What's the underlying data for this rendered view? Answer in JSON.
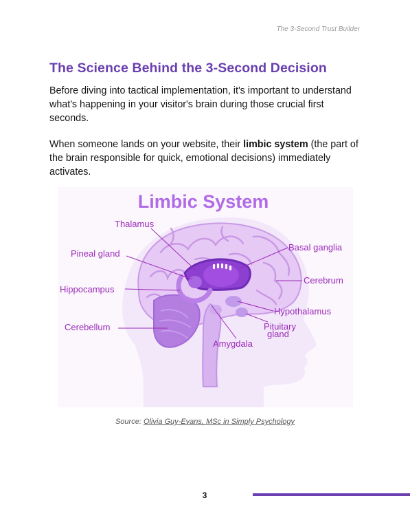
{
  "header": {
    "running_title": "The 3-Second Trust Builder"
  },
  "section": {
    "title": "The Science Behind the 3-Second Decision",
    "paragraph1": "Before diving into tactical implementation, it's important to understand what's happening in your visitor's brain during those crucial first seconds.",
    "paragraph2_before": "When someone lands on your website, their ",
    "paragraph2_bold": "limbic system",
    "paragraph2_after": " (the part of the brain responsible for quick, emotional decisions) immediately activates."
  },
  "figure": {
    "title": "Limbic System",
    "labels": {
      "thalamus": "Thalamus",
      "pineal_gland": "Pineal gland",
      "hippocampus": "Hippocampus",
      "cerebellum": "Cerebellum",
      "basal_ganglia": "Basal ganglia",
      "cerebrum": "Cerebrum",
      "hypothalamus": "Hypothalamus",
      "pituitary_line1": "Pituitary",
      "pituitary_line2": "gland",
      "amygdala": "Amygdala"
    },
    "colors": {
      "title": "#b06be6",
      "label": "#9b2ab8",
      "brain_light": "#e9d2f7",
      "brain_mid": "#c79ae8",
      "limbic_dark": "#7a2fc4",
      "head": "#f4eafa"
    }
  },
  "caption": {
    "prefix": "Source: ",
    "link_text": "Olivia Guy-Evans, MSc in Simply Psychology"
  },
  "footer": {
    "page_number": "3"
  }
}
